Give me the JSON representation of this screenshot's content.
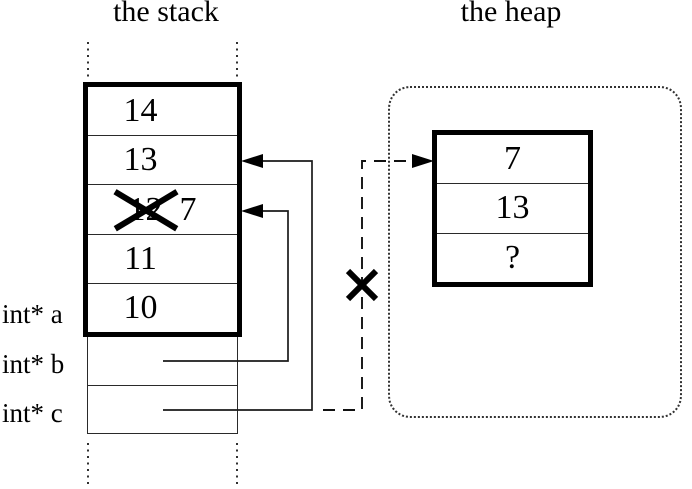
{
  "titles": {
    "stack": "the stack",
    "heap": "the heap"
  },
  "stack": {
    "frame_cells": [
      {
        "value": "14"
      },
      {
        "value": "13"
      },
      {
        "old_value": "12",
        "new_value": "7",
        "crossed_out": true
      },
      {
        "value": "11"
      },
      {
        "value": "10"
      }
    ],
    "pointer_rows": [
      {
        "label": "int* a"
      },
      {
        "label": "int* b"
      },
      {
        "label": "int* c"
      }
    ]
  },
  "heap": {
    "cells": [
      {
        "value": "7"
      },
      {
        "value": "13"
      },
      {
        "value": "?"
      }
    ]
  },
  "arrows": [
    {
      "from": "pointer-b cell",
      "to": "stack cell with crossed-out 12 / 7",
      "style": "solid"
    },
    {
      "from": "pointer-c cell",
      "to": "stack cell with 13",
      "style": "solid"
    },
    {
      "from": "pointer-c cell",
      "to": "heap cell with 7",
      "style": "dashed, crossed out with X"
    }
  ],
  "colors": {
    "ink": "#000000",
    "background": "#ffffff"
  }
}
